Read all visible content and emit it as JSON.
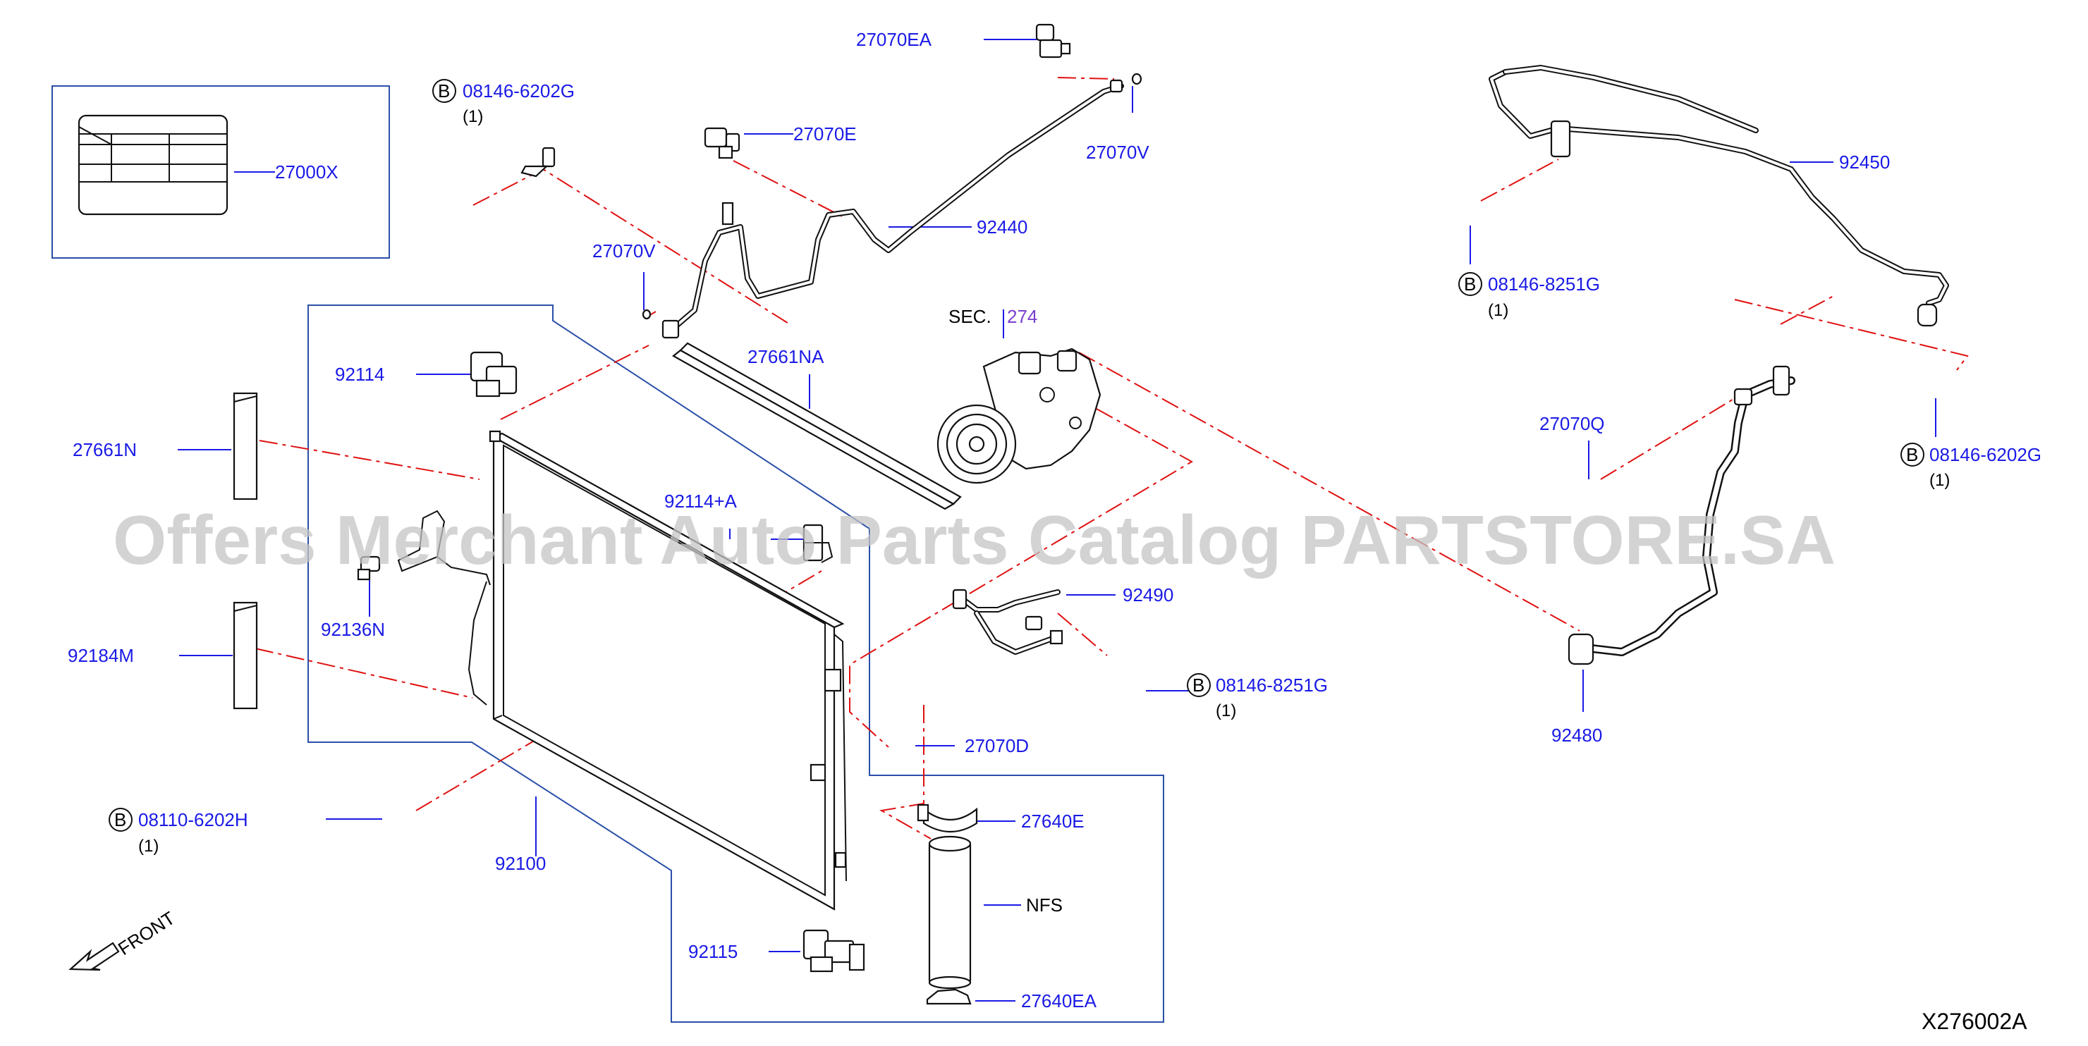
{
  "watermark": "Offers Merchant Auto Parts Catalog PARTSTORE.SA",
  "diagram_code": "X276002A",
  "front_label": "FRONT",
  "sec_prefix": "SEC.",
  "sec_number": "274",
  "bolt_symbol": "B",
  "parts": {
    "p27070EA": "27070EA",
    "p27070E": "27070E",
    "p27070V_top": "27070V",
    "p27070V_mid": "27070V",
    "p92440": "92440",
    "p27000X": "27000X",
    "p92114": "92114",
    "p27661NA": "27661NA",
    "p27661N": "27661N",
    "p92114A": "92114+A",
    "p92136N": "92136N",
    "p92184M": "92184M",
    "p92490": "92490",
    "p27070D": "27070D",
    "p92100": "92100",
    "p27640E": "27640E",
    "pNFS": "NFS",
    "p92115": "92115",
    "p27640EA": "27640EA",
    "p92450": "92450",
    "p27070Q": "27070Q",
    "p92480": "92480"
  },
  "bolts": {
    "b1": {
      "code": "08146-6202G",
      "qty": "(1)"
    },
    "b2": {
      "code": "08146-8251G",
      "qty": "(1)"
    },
    "b3": {
      "code": "08146-6202G",
      "qty": "(1)"
    },
    "b4": {
      "code": "08146-8251G",
      "qty": "(1)"
    },
    "b5": {
      "code": "08110-6202H",
      "qty": "(1)"
    }
  },
  "colors": {
    "part_number": "#1a1ae6",
    "section_ref": "#7a3fcf",
    "center_line": "#e01010",
    "group_frame": "#2a4fa8",
    "watermark": "#c4c4c4"
  }
}
